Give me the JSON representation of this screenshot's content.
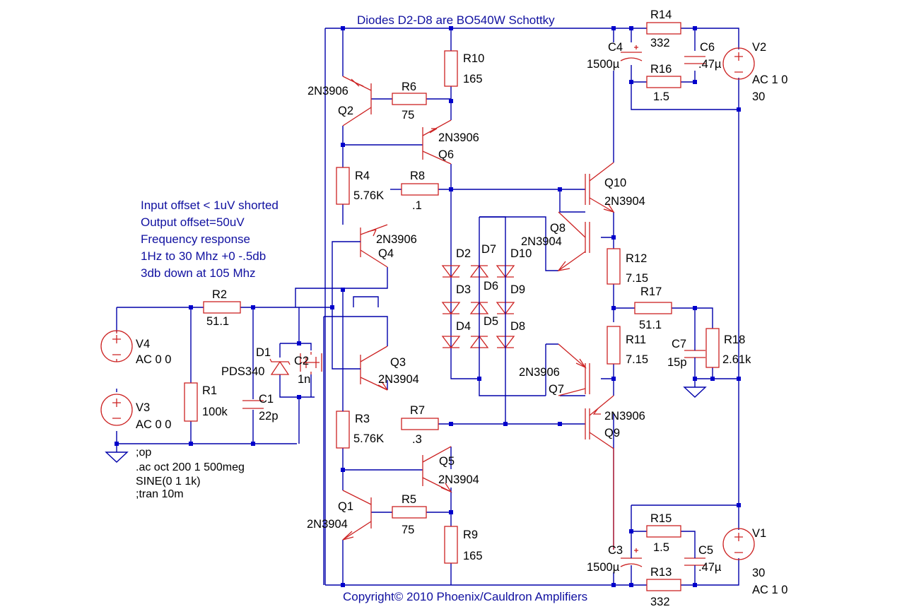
{
  "header_note": "Diodes D2-D8 are BO540W Schottky",
  "footer_note": "Copyright© 2010 Phoenix/Cauldron Amplifiers",
  "notes": [
    "Input offset < 1uV shorted",
    "Output offset=50uV",
    "Frequency response",
    "1Hz to 30 Mhz +0 -.5db",
    "3db down at 105 Mhz"
  ],
  "directives": [
    ";op",
    ".ac oct 200 1 500meg",
    "SINE(0 1 1k)",
    ";tran 10m"
  ],
  "colors": {
    "wire": "#0000aa",
    "device": "#cc2222",
    "junction": "#0000cc",
    "note_text": "#1010a0"
  },
  "resistors": {
    "R1": {
      "name": "R1",
      "value": "100k"
    },
    "R2": {
      "name": "R2",
      "value": "51.1"
    },
    "R3": {
      "name": "R3",
      "value": "5.76K"
    },
    "R4": {
      "name": "R4",
      "value": "5.76K"
    },
    "R5": {
      "name": "R5",
      "value": "75"
    },
    "R6": {
      "name": "R6",
      "value": "75"
    },
    "R7": {
      "name": "R7",
      "value": ".3"
    },
    "R8": {
      "name": "R8",
      "value": ".1"
    },
    "R9": {
      "name": "R9",
      "value": "165"
    },
    "R10": {
      "name": "R10",
      "value": "165"
    },
    "R11": {
      "name": "R11",
      "value": "7.15"
    },
    "R12": {
      "name": "R12",
      "value": "7.15"
    },
    "R13": {
      "name": "R13",
      "value": "332"
    },
    "R14": {
      "name": "R14",
      "value": "332"
    },
    "R15": {
      "name": "R15",
      "value": "1.5"
    },
    "R16": {
      "name": "R16",
      "value": "1.5"
    },
    "R17": {
      "name": "R17",
      "value": "51.1"
    },
    "R18": {
      "name": "R18",
      "value": "2.61k"
    }
  },
  "capacitors": {
    "C1": {
      "name": "C1",
      "value": "22p"
    },
    "C2": {
      "name": "C2",
      "value": "1n"
    },
    "C3": {
      "name": "C3",
      "value": "1500µ"
    },
    "C4": {
      "name": "C4",
      "value": "1500µ"
    },
    "C5": {
      "name": "C5",
      "value": ".47µ"
    },
    "C6": {
      "name": "C6",
      "value": ".47µ"
    },
    "C7": {
      "name": "C7",
      "value": "15p"
    }
  },
  "transistors": {
    "Q1": {
      "name": "Q1",
      "model": "2N3904"
    },
    "Q2": {
      "name": "Q2",
      "model": "2N3906"
    },
    "Q3": {
      "name": "Q3",
      "model": "2N3904"
    },
    "Q4": {
      "name": "Q4",
      "model": "2N3906"
    },
    "Q5": {
      "name": "Q5",
      "model": "2N3904"
    },
    "Q6": {
      "name": "Q6",
      "model": "2N3906"
    },
    "Q7": {
      "name": "Q7",
      "model": "2N3906"
    },
    "Q8": {
      "name": "Q8",
      "model": "2N3904"
    },
    "Q9": {
      "name": "Q9",
      "model": "2N3906"
    },
    "Q10": {
      "name": "Q10",
      "model": "2N3904"
    }
  },
  "diodes": [
    "D2",
    "D3",
    "D4",
    "D5",
    "D6",
    "D7",
    "D8",
    "D9",
    "D10"
  ],
  "d1": {
    "name": "D1",
    "model": "PDS340"
  },
  "sources": {
    "V1": {
      "name": "V1",
      "lines": [
        "30",
        "AC 1 0"
      ]
    },
    "V2": {
      "name": "V2",
      "lines": [
        "AC 1 0",
        "30"
      ]
    },
    "V3": {
      "name": "V3",
      "lines": [
        "AC 0 0"
      ]
    },
    "V4": {
      "name": "V4",
      "lines": [
        "AC 0 0"
      ]
    }
  }
}
